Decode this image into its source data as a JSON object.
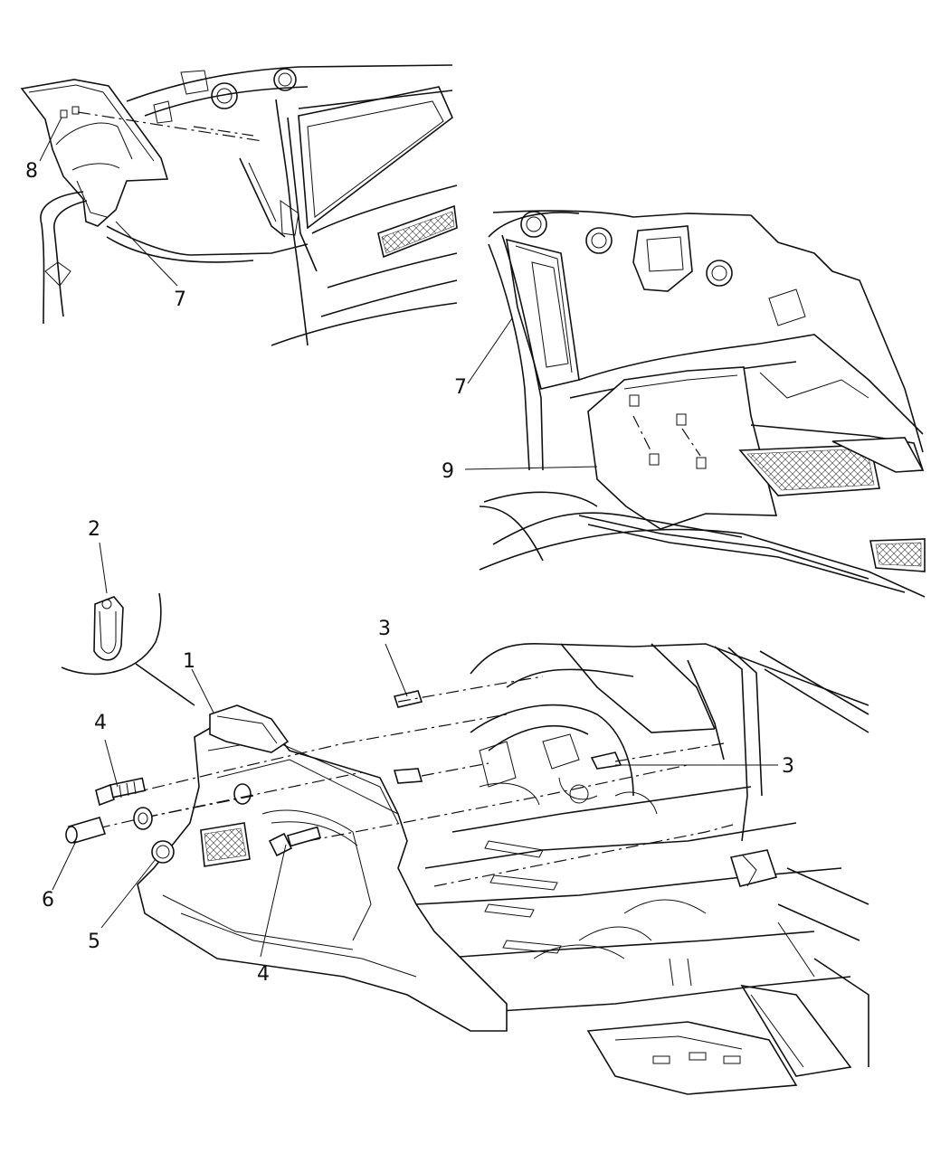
{
  "callouts": {
    "c1": "1",
    "c2": "2",
    "c3a": "3",
    "c3b": "3",
    "c4a": "4",
    "c4b": "4",
    "c5": "5",
    "c6": "6",
    "c7a": "7",
    "c7b": "7",
    "c8": "8",
    "c9": "9"
  }
}
